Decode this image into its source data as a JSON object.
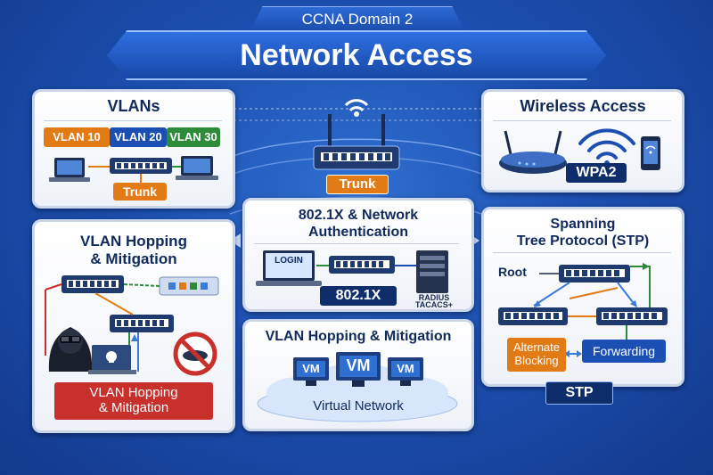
{
  "header": {
    "badge": "CCNA Domain 2",
    "title": "Network Access"
  },
  "center": {
    "trunk_label": "Trunk"
  },
  "vlans": {
    "title": "VLANs",
    "vlan10": "VLAN 10",
    "vlan20": "VLAN 20",
    "vlan30": "VLAN 30",
    "trunk_label": "Trunk"
  },
  "wireless": {
    "title": "Wireless Access",
    "security": "WPA2"
  },
  "auth": {
    "title_line1": "802.1X & Network",
    "title_line2": "Authentication",
    "login": "LOGIN",
    "protocol": "802.1X",
    "servers_line1": "RADIUS",
    "servers_line2": "TACACS+"
  },
  "hopping": {
    "title_line1": "VLAN Hopping",
    "title_line2": "& Mitigation",
    "banner_line1": "VLAN Hopping",
    "banner_line2": "& Mitigation"
  },
  "virtual": {
    "title": "VLAN Hopping & Mitigation",
    "vm": "VM",
    "cloud_label": "Virtual Network"
  },
  "stp": {
    "title_line1": "Spanning",
    "title_line2": "Tree Protocol (STP)",
    "root": "Root",
    "alt_line1": "Alternate",
    "alt_line2": "Blocking",
    "forwarding": "Forwarding",
    "footer": "STP"
  },
  "colors": {
    "navy": "#0f2d6b",
    "blue": "#1b4fb3",
    "orange": "#e27a16",
    "green": "#2e8b3a",
    "red": "#c8302b"
  }
}
